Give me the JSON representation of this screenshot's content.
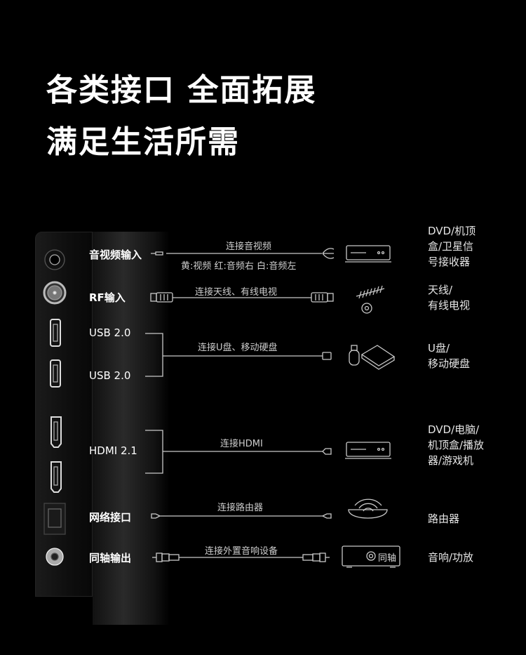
{
  "headline": {
    "line1": "各类接口 全面拓展",
    "line2": "满足生活所需"
  },
  "rows": [
    {
      "label": "音视频输入",
      "caption": "连接音视频",
      "subcaption": "黄:视频  红:音频右  白:音频左",
      "device": "DVD/机顶盒/卫星信号接收器",
      "device_lines": [
        "DVD/机顶",
        "盒/卫星信",
        "号接收器"
      ]
    },
    {
      "label": "RF输入",
      "caption": "连接天线、有线电视",
      "device_lines": [
        "天线/",
        "有线电视"
      ]
    },
    {
      "label": "USB 2.0",
      "label2": "USB 2.0",
      "caption": "连接U盘、移动硬盘",
      "device_lines": [
        "U盘/",
        "移动硬盘"
      ]
    },
    {
      "label": "HDMI 2.1",
      "caption": "连接HDMI",
      "device_lines": [
        "DVD/电脑/",
        "机顶盒/播放",
        "器/游戏机"
      ]
    },
    {
      "label": "网络接口",
      "caption": "连接路由器",
      "device_lines": [
        "路由器"
      ]
    },
    {
      "label": "同轴输出",
      "caption": "连接外置音响设备",
      "device_lines": [
        "音响/功放"
      ],
      "device_badge": "同轴"
    }
  ],
  "colors": {
    "background": "#000000",
    "line": "#bdbdbd",
    "text": "#ffffff"
  }
}
